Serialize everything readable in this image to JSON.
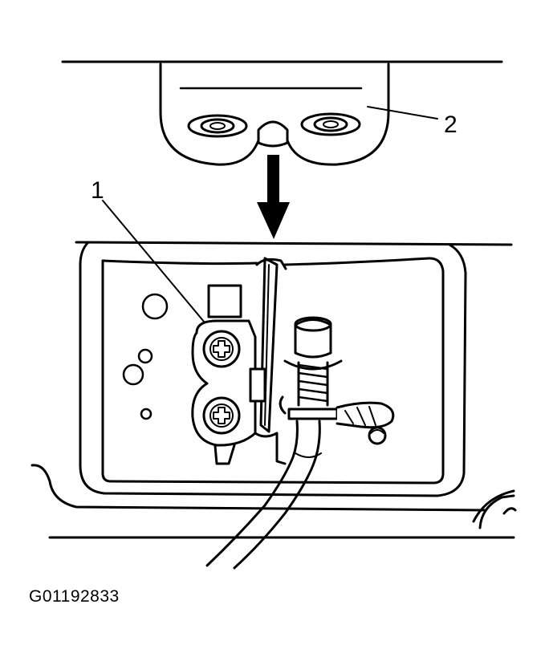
{
  "labels": {
    "callout_1": "1",
    "callout_2": "2"
  },
  "figure_id": "G01192833",
  "colors": {
    "ink": "#000000",
    "paper": "#ffffff"
  }
}
